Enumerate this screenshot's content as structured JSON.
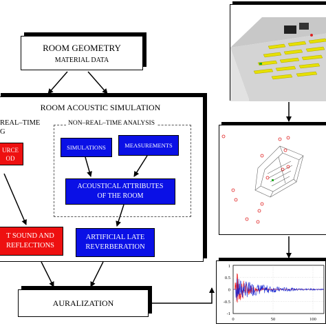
{
  "flowchart": {
    "room_geometry": {
      "title": "ROOM GEOMETRY",
      "subtitle": "MATERIAL DATA"
    },
    "simulation": {
      "title": "ROOM ACOUSTIC SIMULATION",
      "realtime_label_l1": "REAL–TIME",
      "realtime_label_l2": "G",
      "nonrealtime_label": "NON–REAL–TIME ANALYSIS",
      "source_box_l1": "URCE",
      "source_box_l2": "OD",
      "simulations": "SIMULATIONS",
      "measurements": "MEASUREMENTS",
      "attributes_l1": "ACOUSTICAL ATTRIBUTES",
      "attributes_l2": "OF THE ROOM",
      "direct_l1": "T SOUND AND",
      "direct_l2": "REFLECTIONS",
      "late_l1": "ARTIFICIAL LATE",
      "late_l2": "REVERBERATION"
    },
    "auralization": "AURALIZATION"
  },
  "plot": {
    "y_ticks": [
      "1",
      "0.5",
      "0",
      "-0.5",
      "-1"
    ],
    "x_ticks": [
      "0",
      "50",
      "100"
    ],
    "colors": {
      "series_red": "#ee1010",
      "series_blue": "#1020d0"
    }
  },
  "colors": {
    "blue_box": "#0a10e6",
    "red_box": "#ee1010"
  }
}
